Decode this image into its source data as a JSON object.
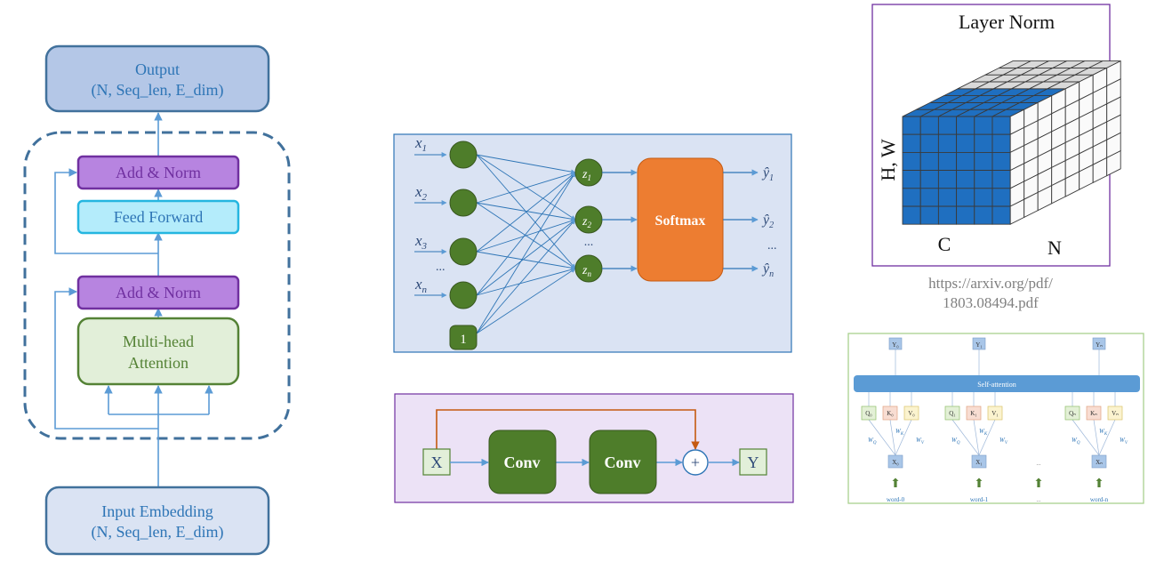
{
  "transformer": {
    "output_line1": "Output",
    "output_line2": "(N, Seq_len, E_dim)",
    "add_norm_top": "Add & Norm",
    "feed_forward": "Feed Forward",
    "add_norm_bottom": "Add & Norm",
    "mha_line1": "Multi-head",
    "mha_line2": "Attention",
    "input_line1": "Input Embedding",
    "input_line2": "(N, Seq_len, E_dim)"
  },
  "softmax_net": {
    "inputs": [
      {
        "base": "x",
        "sub": "1"
      },
      {
        "base": "x",
        "sub": "2"
      },
      {
        "base": "x",
        "sub": "3"
      },
      {
        "base": "x",
        "sub": "n"
      }
    ],
    "ellipsis": "...",
    "bias_label": "1",
    "z_nodes": [
      {
        "base": "z",
        "sub": "1"
      },
      {
        "base": "z",
        "sub": "2"
      },
      {
        "base": "z",
        "sub": "n"
      }
    ],
    "softmax_label": "Softmax",
    "outputs": [
      {
        "base": "ŷ",
        "sub": "1"
      },
      {
        "base": "ŷ",
        "sub": "2"
      },
      {
        "base": "ŷ",
        "sub": "n"
      }
    ]
  },
  "residual": {
    "x_label": "X",
    "conv1": "Conv",
    "conv2": "Conv",
    "plus": "+",
    "y_label": "Y"
  },
  "layer_norm": {
    "title": "Layer Norm",
    "axis_hw": "H, W",
    "axis_c": "C",
    "axis_n": "N",
    "citation_line1": "https://arxiv.org/pdf/",
    "citation_line2": "1803.08494.pdf"
  },
  "self_attention": {
    "bar_label": "Self-attention",
    "y_labels": [
      "Y₀",
      "Y₁",
      "Yₙ"
    ],
    "groups": [
      {
        "q": "Q₀",
        "k": "K₀",
        "v": "V₀",
        "x": "X₀",
        "word": "word-0"
      },
      {
        "q": "Q₁",
        "k": "K₁",
        "v": "V₁",
        "x": "X₁",
        "word": "word-1"
      },
      {
        "q": "Qₙ",
        "k": "Kₙ",
        "v": "Vₙ",
        "x": "Xₙ",
        "word": "word-n"
      }
    ],
    "w_q": "W_Q",
    "w_k": "W_K",
    "w_v": "W_V",
    "ellipsis": "...",
    "colors": {
      "q": "#e3f0d6",
      "k": "#f8ddd2",
      "v": "#fbf3cf",
      "xy": "#a9c6e8",
      "bar": "#5b9bd5"
    }
  }
}
